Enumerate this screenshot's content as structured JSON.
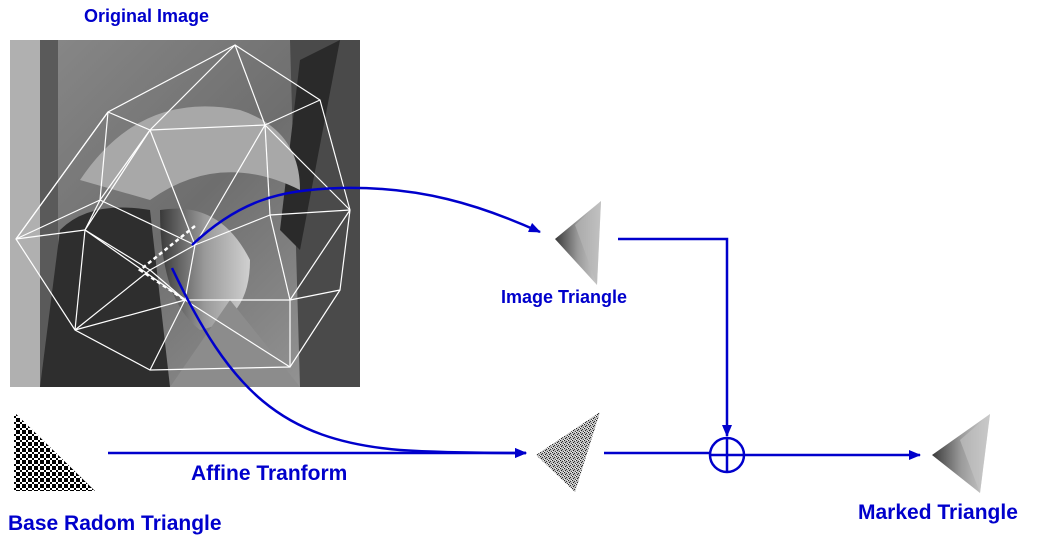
{
  "labels": {
    "original_image": "Original Image",
    "image_triangle": "Image Triangle",
    "affine_transform": "Affine Tranform",
    "base_random_triangle": "Base Radom Triangle",
    "marked_triangle": "Marked Triangle"
  },
  "symbols": {
    "combine_operator": "circled-plus-icon"
  },
  "colors": {
    "arrow": "#0000cc",
    "label": "#0000cc",
    "mesh": "#ffffff"
  }
}
